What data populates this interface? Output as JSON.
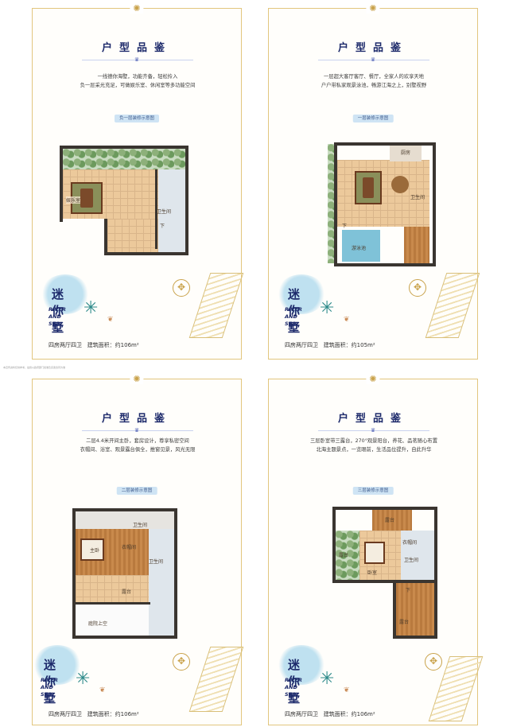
{
  "cards": [
    {
      "title": "户型品鉴",
      "desc_lines": [
        "一线德你海墅，功能齐备，轻松拎入",
        "负一层采光充足，可做娱乐室、休闲室等多功能空间"
      ],
      "caption": "负一层装修示意图",
      "rooms": {
        "entertainment": "娱乐室",
        "bath": "卫生间",
        "down": "下"
      },
      "logo": "迷你墅",
      "eng_line1": "RIVER",
      "eng_line2": "AND SEA",
      "layout": "四房两厅四卫",
      "area_label": "建筑面积：约106m²"
    },
    {
      "title": "户型品鉴",
      "desc_lines": [
        "一层超大客厅客厅、餐厅，全家人的欢享天地",
        "户户带私家观景泳池，畅游江海之上，别墅视野"
      ],
      "caption": "一层装修示意图",
      "rooms": {
        "kitchen": "厨房",
        "bath": "卫生间",
        "pool": "游泳池",
        "down": "下"
      },
      "logo": "迷你墅",
      "eng_line1": "RIVER",
      "eng_line2": "AND SEA",
      "layout": "四房两厅四卫",
      "area_label": "建筑面积：约105m²"
    },
    {
      "title": "户型品鉴",
      "desc_lines": [
        "二层4.4米开间主卧，套房设计，尊享私密空间",
        "衣帽间、浴室、观景露台俱全，推窗见景，风光无限"
      ],
      "caption": "二层装修示意图",
      "rooms": {
        "master": "主卧",
        "wardrobe": "衣帽间",
        "bath1": "卫生间",
        "bath2": "卫生间",
        "terrace": "露台",
        "void": "庭院上空"
      },
      "logo": "迷你墅",
      "eng_line1": "RIVER",
      "eng_line2": "AND SEA",
      "layout": "四房两厅四卫",
      "area_label": "建筑面积：约106m²"
    },
    {
      "title": "户型品鉴",
      "desc_lines": [
        "三层卧室带三露台，270°观景阳台，养花、品茗随心布置",
        "北海主题景点，一览眼前，生活品位提升，自此升华"
      ],
      "caption": "三层装修示意图",
      "rooms": {
        "terrace1": "露台",
        "terrace2": "露台",
        "terrace3": "露台",
        "bedroom": "卧室",
        "wardrobe": "衣帽间",
        "bath": "卫生间",
        "down": "下"
      },
      "logo": "迷你墅",
      "eng_line1": "RIVER",
      "eng_line2": "AND SEA",
      "layout": "四房两厅四卫",
      "area_label": "建筑面积：约106m²"
    }
  ],
  "fineprint": "本宣传资料仅供参考，最终以政府部门批准及买卖合同为准",
  "colors": {
    "frame": "#e2c67e",
    "title": "#1d2a6b",
    "accent": "#c9a24a"
  },
  "icons": [
    "sun-emblem-icon",
    "crown-icon",
    "compass-rose-icon",
    "palm-tree-icon",
    "shell-icon",
    "site-map-icon"
  ]
}
